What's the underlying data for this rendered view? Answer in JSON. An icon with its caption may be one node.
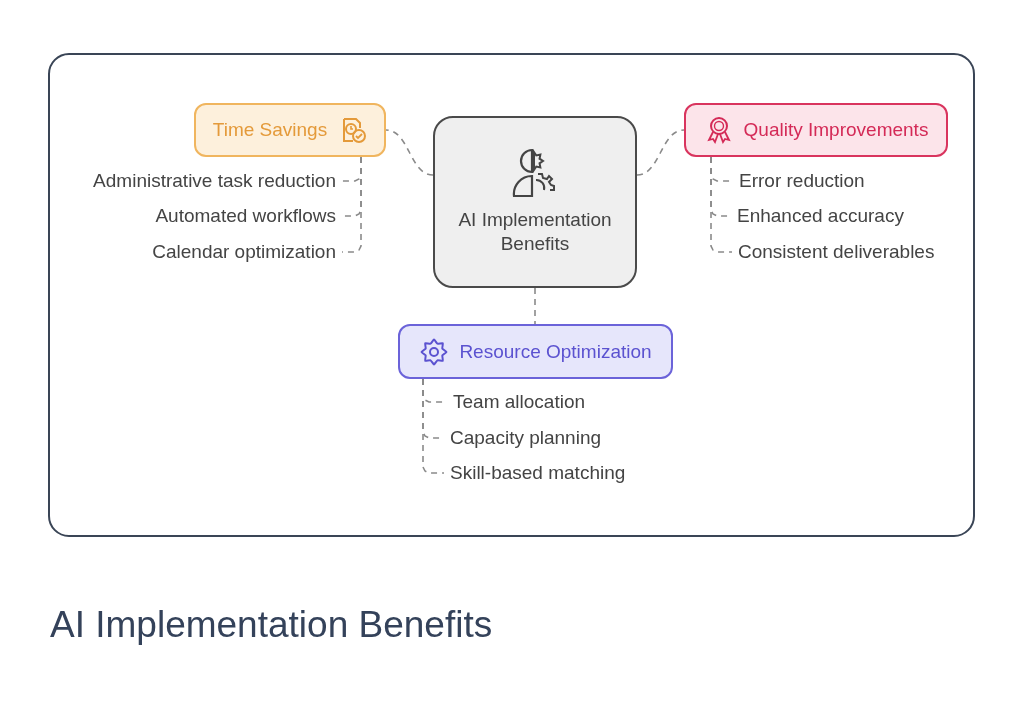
{
  "diagram": {
    "title": "AI Implementation Benefits",
    "nodes": [
      {
        "text": [
          "AI Implementation Benefits"
        ]
      },
      {
        "text": [
          "Time Savings"
        ]
      },
      {
        "text": [
          "Administrative task reduction"
        ]
      },
      {
        "text": [
          "Automated workflows"
        ]
      },
      {
        "text": [
          "Calendar optimization"
        ]
      },
      {
        "text": [
          "Quality Improvements"
        ]
      },
      {
        "text": [
          "Error reduction"
        ]
      },
      {
        "text": [
          "Enhanced accuracy"
        ]
      },
      {
        "text": [
          "Consistent deliverables"
        ]
      },
      {
        "text": [
          "Resource Optimization"
        ]
      },
      {
        "text": [
          "Team allocation"
        ]
      },
      {
        "text": [
          "Capacity planning"
        ]
      },
      {
        "text": [
          "Skill-based matching"
        ]
      }
    ],
    "edges": [
      {
        "from": 0,
        "to": 1,
        "arrow": "none",
        "style": "dashed"
      },
      {
        "from": 0,
        "to": 5,
        "arrow": "none",
        "style": "dashed"
      },
      {
        "from": 0,
        "to": 9,
        "arrow": "none",
        "style": "dashed"
      },
      {
        "from": 1,
        "to": 2,
        "arrow": "none",
        "style": "dashed"
      },
      {
        "from": 1,
        "to": 3,
        "arrow": "none",
        "style": "dashed"
      },
      {
        "from": 1,
        "to": 4,
        "arrow": "none",
        "style": "dashed"
      },
      {
        "from": 5,
        "to": 6,
        "arrow": "none",
        "style": "dashed"
      },
      {
        "from": 5,
        "to": 7,
        "arrow": "none",
        "style": "dashed"
      },
      {
        "from": 5,
        "to": 8,
        "arrow": "none",
        "style": "dashed"
      },
      {
        "from": 9,
        "to": 10,
        "arrow": "none",
        "style": "dashed"
      },
      {
        "from": 9,
        "to": 11,
        "arrow": "none",
        "style": "dashed"
      },
      {
        "from": 9,
        "to": 12,
        "arrow": "none",
        "style": "dashed"
      }
    ]
  }
}
